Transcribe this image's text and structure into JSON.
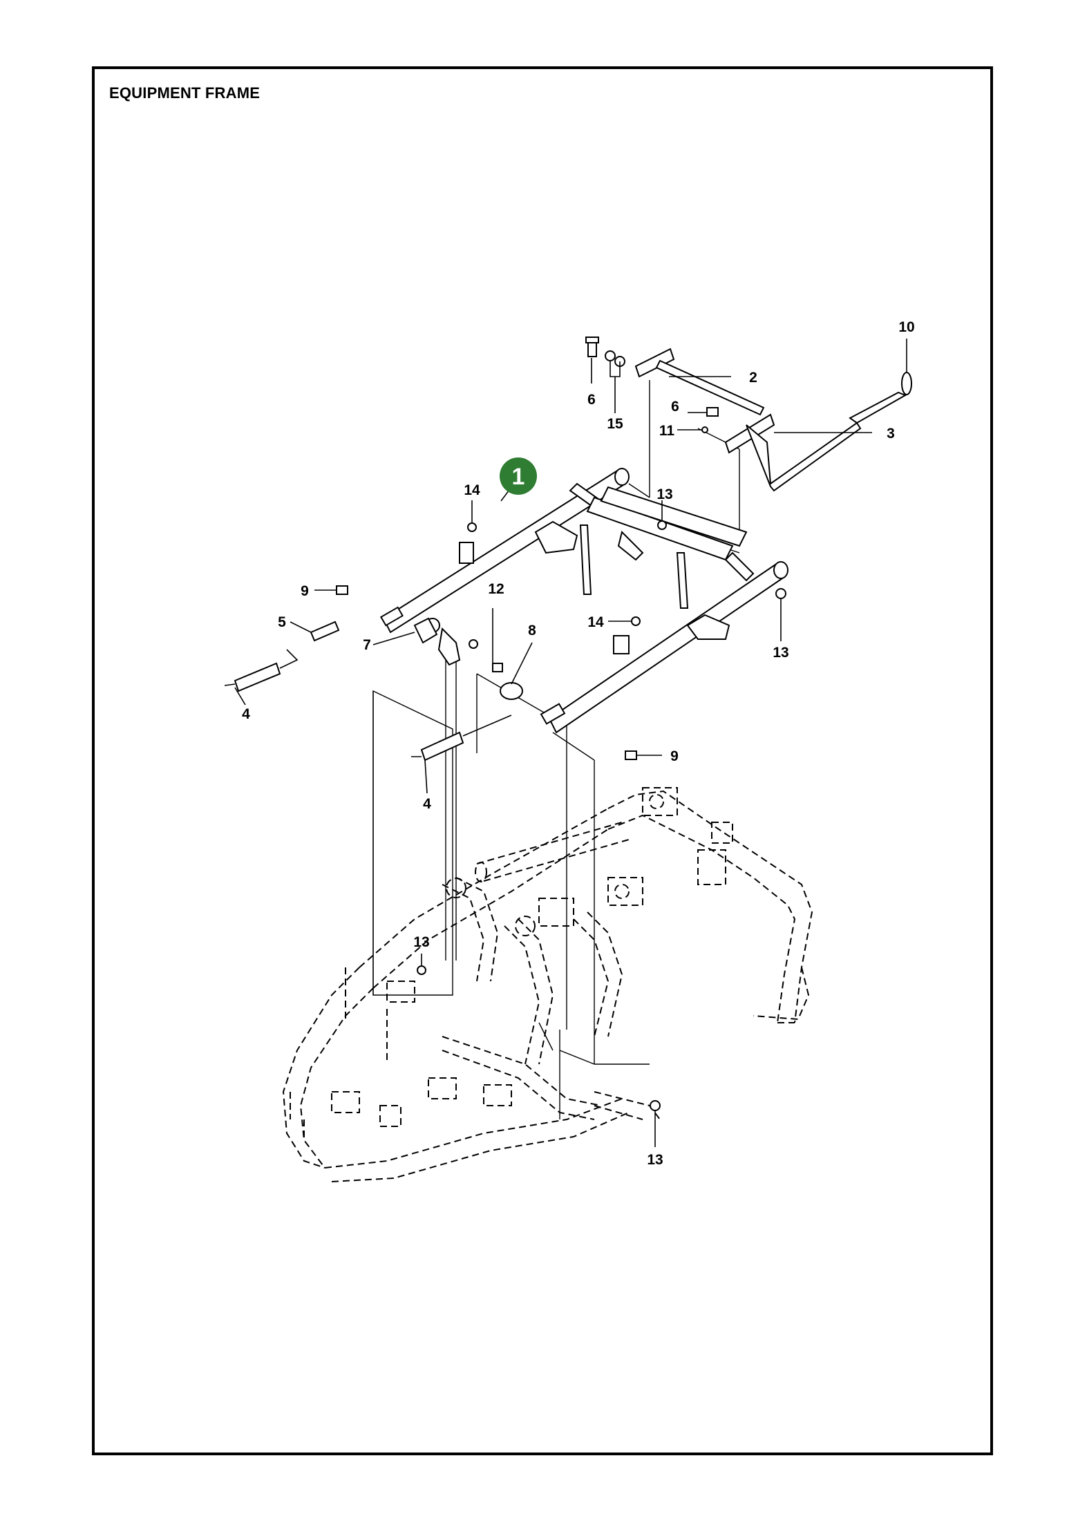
{
  "title": "EQUIPMENT FRAME",
  "badge": {
    "text": "1",
    "color": "#2e7d32"
  },
  "callouts": [
    {
      "id": "c10",
      "text": "10"
    },
    {
      "id": "c2",
      "text": "2"
    },
    {
      "id": "c6a",
      "text": "6"
    },
    {
      "id": "c15",
      "text": "15"
    },
    {
      "id": "c6b",
      "text": "6"
    },
    {
      "id": "c11",
      "text": "11"
    },
    {
      "id": "c3",
      "text": "3"
    },
    {
      "id": "c14a",
      "text": "14"
    },
    {
      "id": "c13a",
      "text": "13"
    },
    {
      "id": "c9a",
      "text": "9"
    },
    {
      "id": "c12",
      "text": "12"
    },
    {
      "id": "c5",
      "text": "5"
    },
    {
      "id": "c8",
      "text": "8"
    },
    {
      "id": "c14b",
      "text": "14"
    },
    {
      "id": "c13b",
      "text": "13"
    },
    {
      "id": "c7",
      "text": "7"
    },
    {
      "id": "c4a",
      "text": "4"
    },
    {
      "id": "c9b",
      "text": "9"
    },
    {
      "id": "c4b",
      "text": "4"
    },
    {
      "id": "c13c",
      "text": "13"
    },
    {
      "id": "c13d",
      "text": "13"
    }
  ]
}
